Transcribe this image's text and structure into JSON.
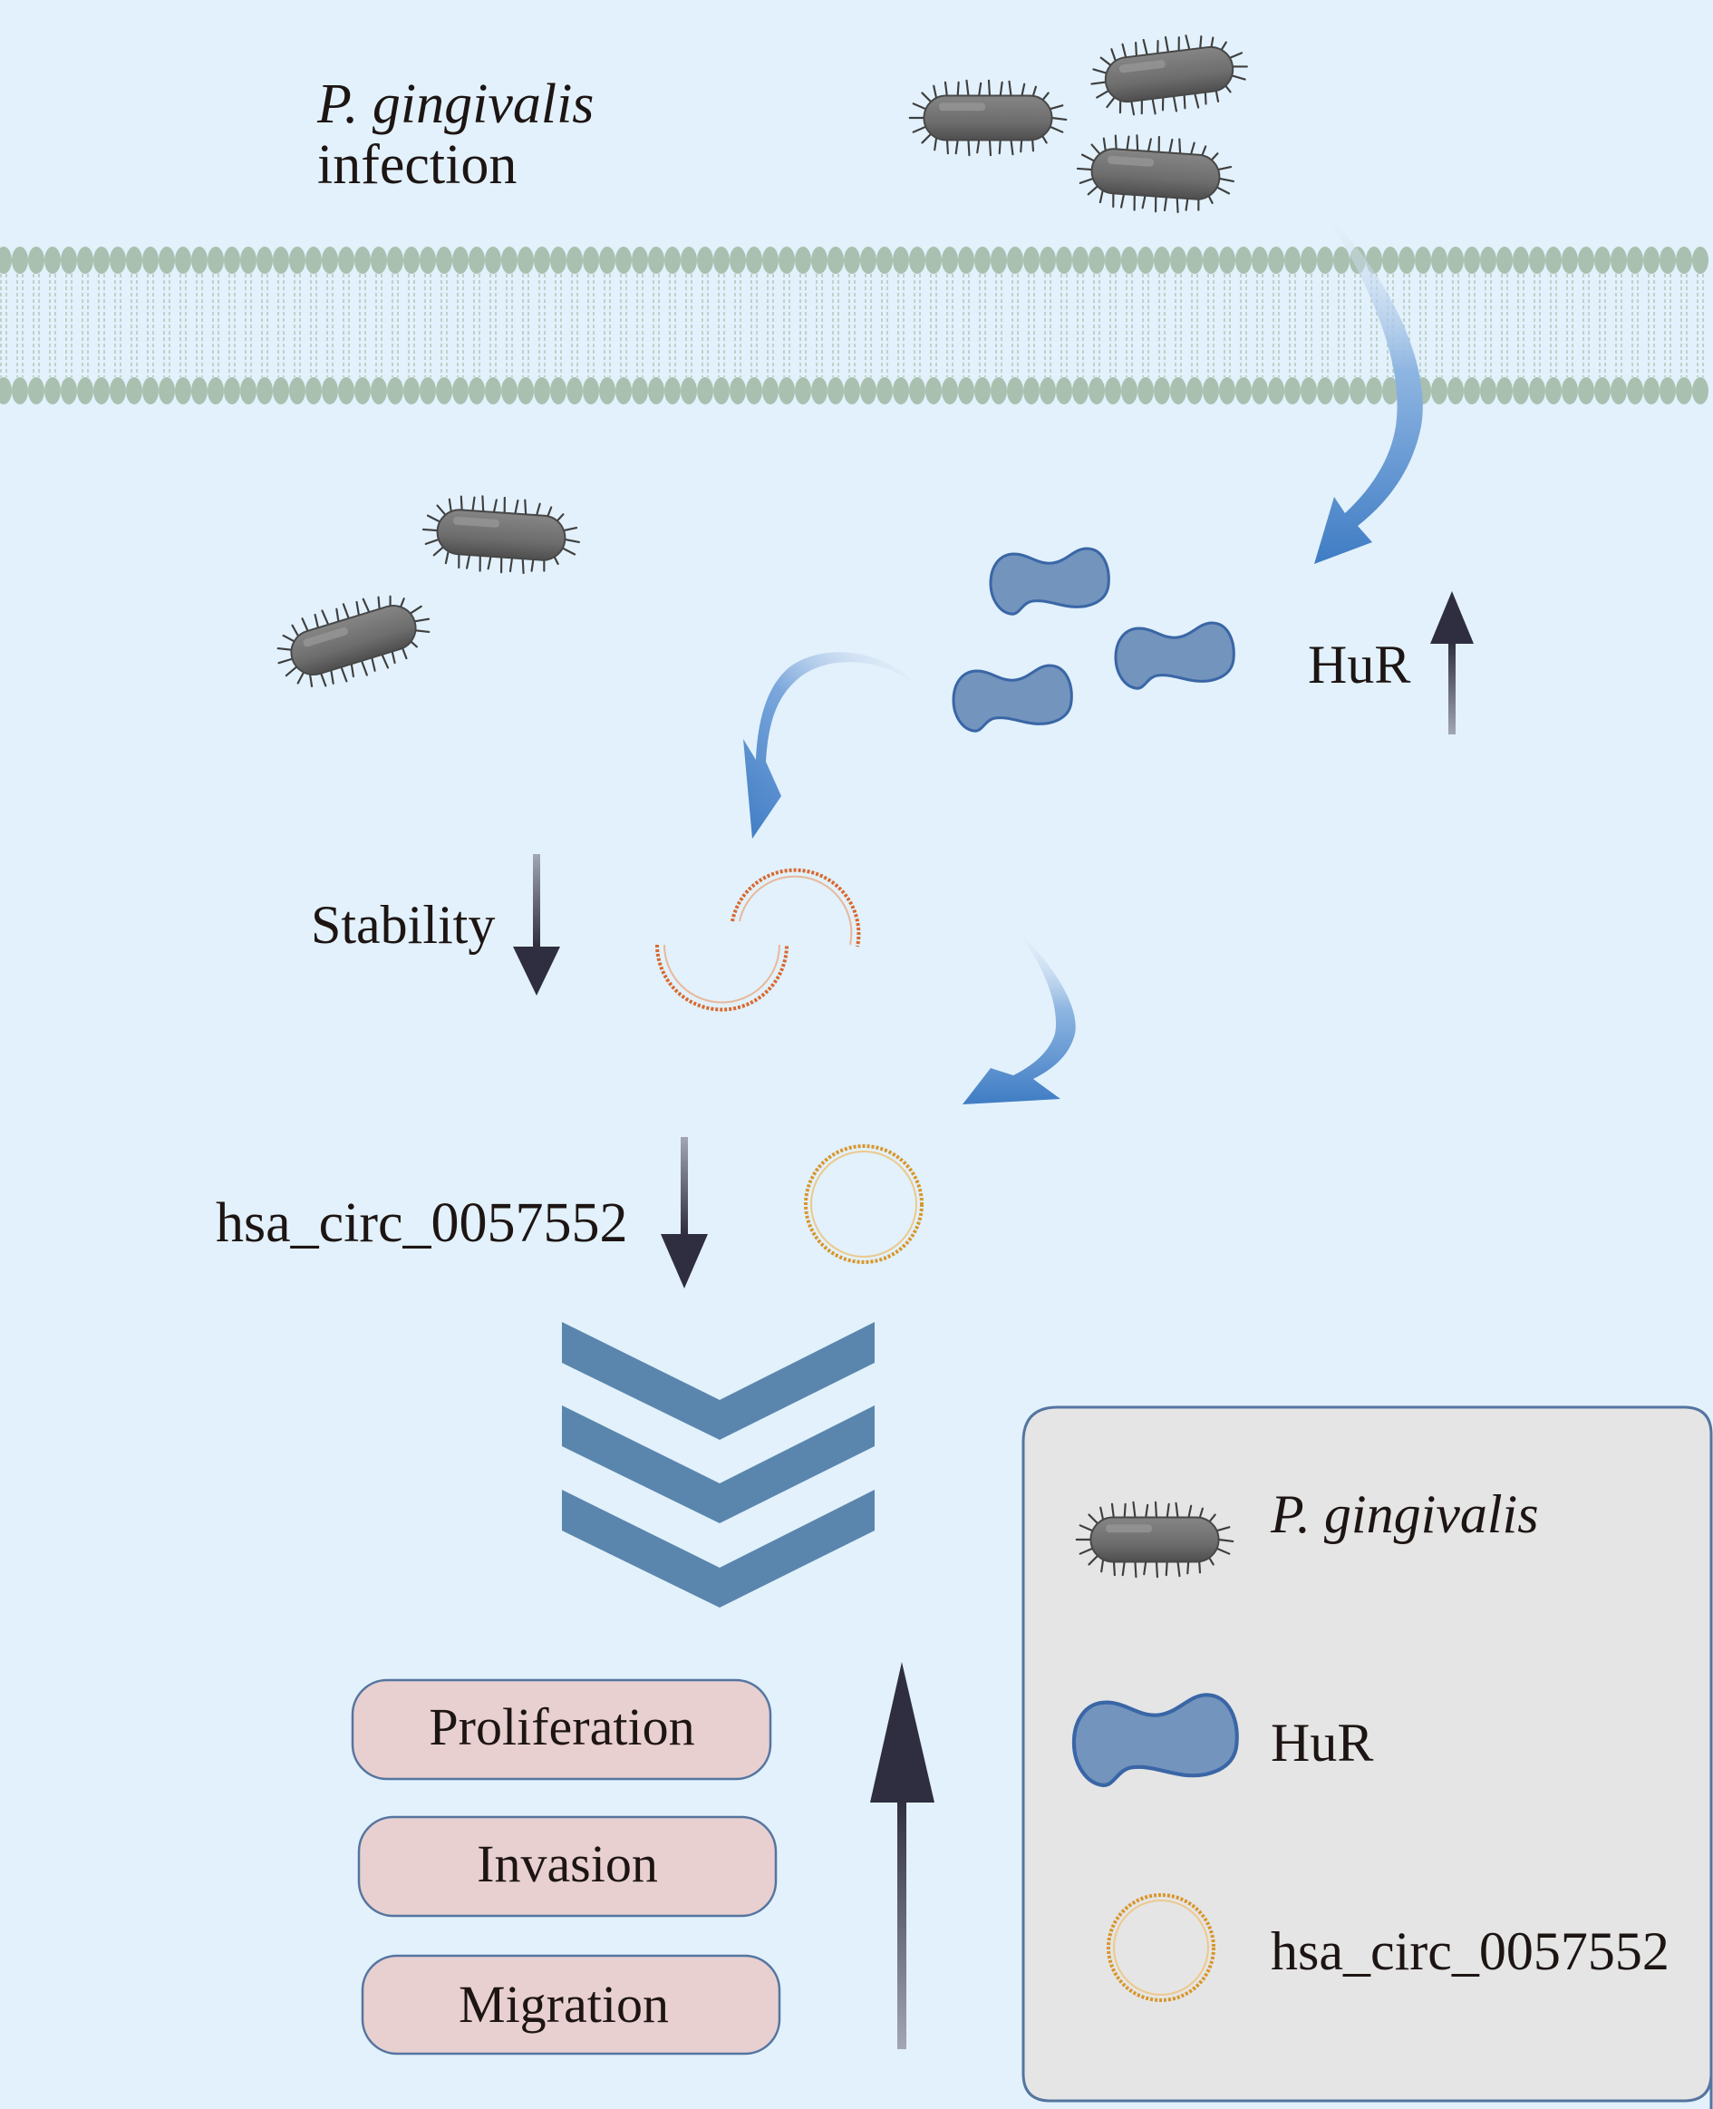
{
  "title_label": {
    "organism": "P. gingivalis",
    "event": "infection"
  },
  "labels": {
    "hur": "HuR",
    "stability": "Stability",
    "circrna": "hsa_circ_0057552"
  },
  "indicators": {
    "hur": "up",
    "stability": "down",
    "circrna": "down",
    "outcomes": "up"
  },
  "outcomes": [
    {
      "label": "Proliferation"
    },
    {
      "label": "Invasion"
    },
    {
      "label": "Migration"
    }
  ],
  "legend": {
    "items": [
      {
        "icon": "bacterium-icon",
        "label": "P. gingivalis",
        "italic": true
      },
      {
        "icon": "hur-protein-icon",
        "label": "HuR",
        "italic": false
      },
      {
        "icon": "circrna-icon",
        "label": "hsa_circ_0057552",
        "italic": false
      }
    ]
  },
  "colors": {
    "background": "#e2f1fb",
    "membrane_head": "#a9c0b0",
    "membrane_tail": "#b6cbbd",
    "bacterium_body": "#6f6f6f",
    "bacterium_edge": "#4a4a4a",
    "hur_fill": "#7294bd",
    "hur_stroke": "#3a66a6",
    "flow_arrow": "#3f7cc4",
    "indicator_arrow": "#2b2b3c",
    "chevron": "#5a86ad",
    "outcome_fill": "#e8d0d0",
    "outcome_stroke": "#5575a0",
    "legend_fill": "#e5e5e5",
    "legend_stroke": "#5575a0",
    "circ_broken": "#d9682e",
    "circ_intact": "#d8962a",
    "text": "#1d1513"
  }
}
